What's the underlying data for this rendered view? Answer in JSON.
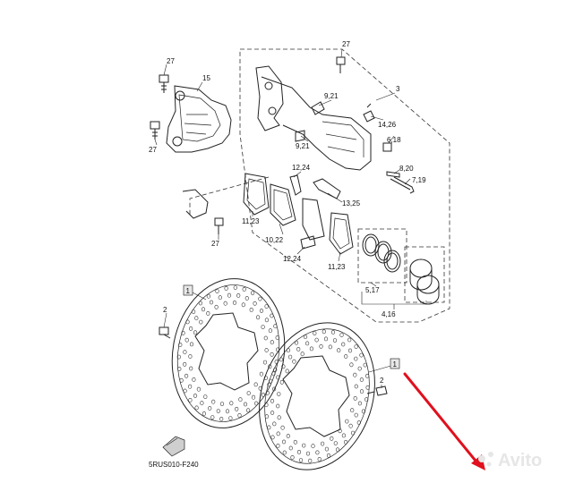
{
  "diagram": {
    "drawing_code": "5RUS010-F240",
    "watermark": "Avito",
    "callouts": [
      {
        "id": "c27a",
        "text": "27"
      },
      {
        "id": "c27b",
        "text": "27"
      },
      {
        "id": "c27c",
        "text": "27"
      },
      {
        "id": "c27d",
        "text": "27"
      },
      {
        "id": "c15",
        "text": "15"
      },
      {
        "id": "c3",
        "text": "3"
      },
      {
        "id": "c921a",
        "text": "9,21"
      },
      {
        "id": "c921b",
        "text": "9,21"
      },
      {
        "id": "c1426",
        "text": "14,26"
      },
      {
        "id": "c618",
        "text": "6,18"
      },
      {
        "id": "c820",
        "text": "8,20"
      },
      {
        "id": "c719",
        "text": "7,19"
      },
      {
        "id": "c1224a",
        "text": "12,24"
      },
      {
        "id": "c1325",
        "text": "13,25"
      },
      {
        "id": "c1123a",
        "text": "11,23"
      },
      {
        "id": "c1022",
        "text": "10,22"
      },
      {
        "id": "c1224b",
        "text": "12,24"
      },
      {
        "id": "c1123b",
        "text": "11,23"
      },
      {
        "id": "c517",
        "text": "5,17"
      },
      {
        "id": "c416",
        "text": "4,16"
      },
      {
        "id": "c1a",
        "text": "1"
      },
      {
        "id": "c1b",
        "text": "1"
      },
      {
        "id": "c2a",
        "text": "2"
      },
      {
        "id": "c2b",
        "text": "2"
      }
    ]
  },
  "colors": {
    "line": "#222222",
    "highlight_arrow": "#e0101e",
    "watermark": "#e6e6e6",
    "background": "#ffffff"
  }
}
